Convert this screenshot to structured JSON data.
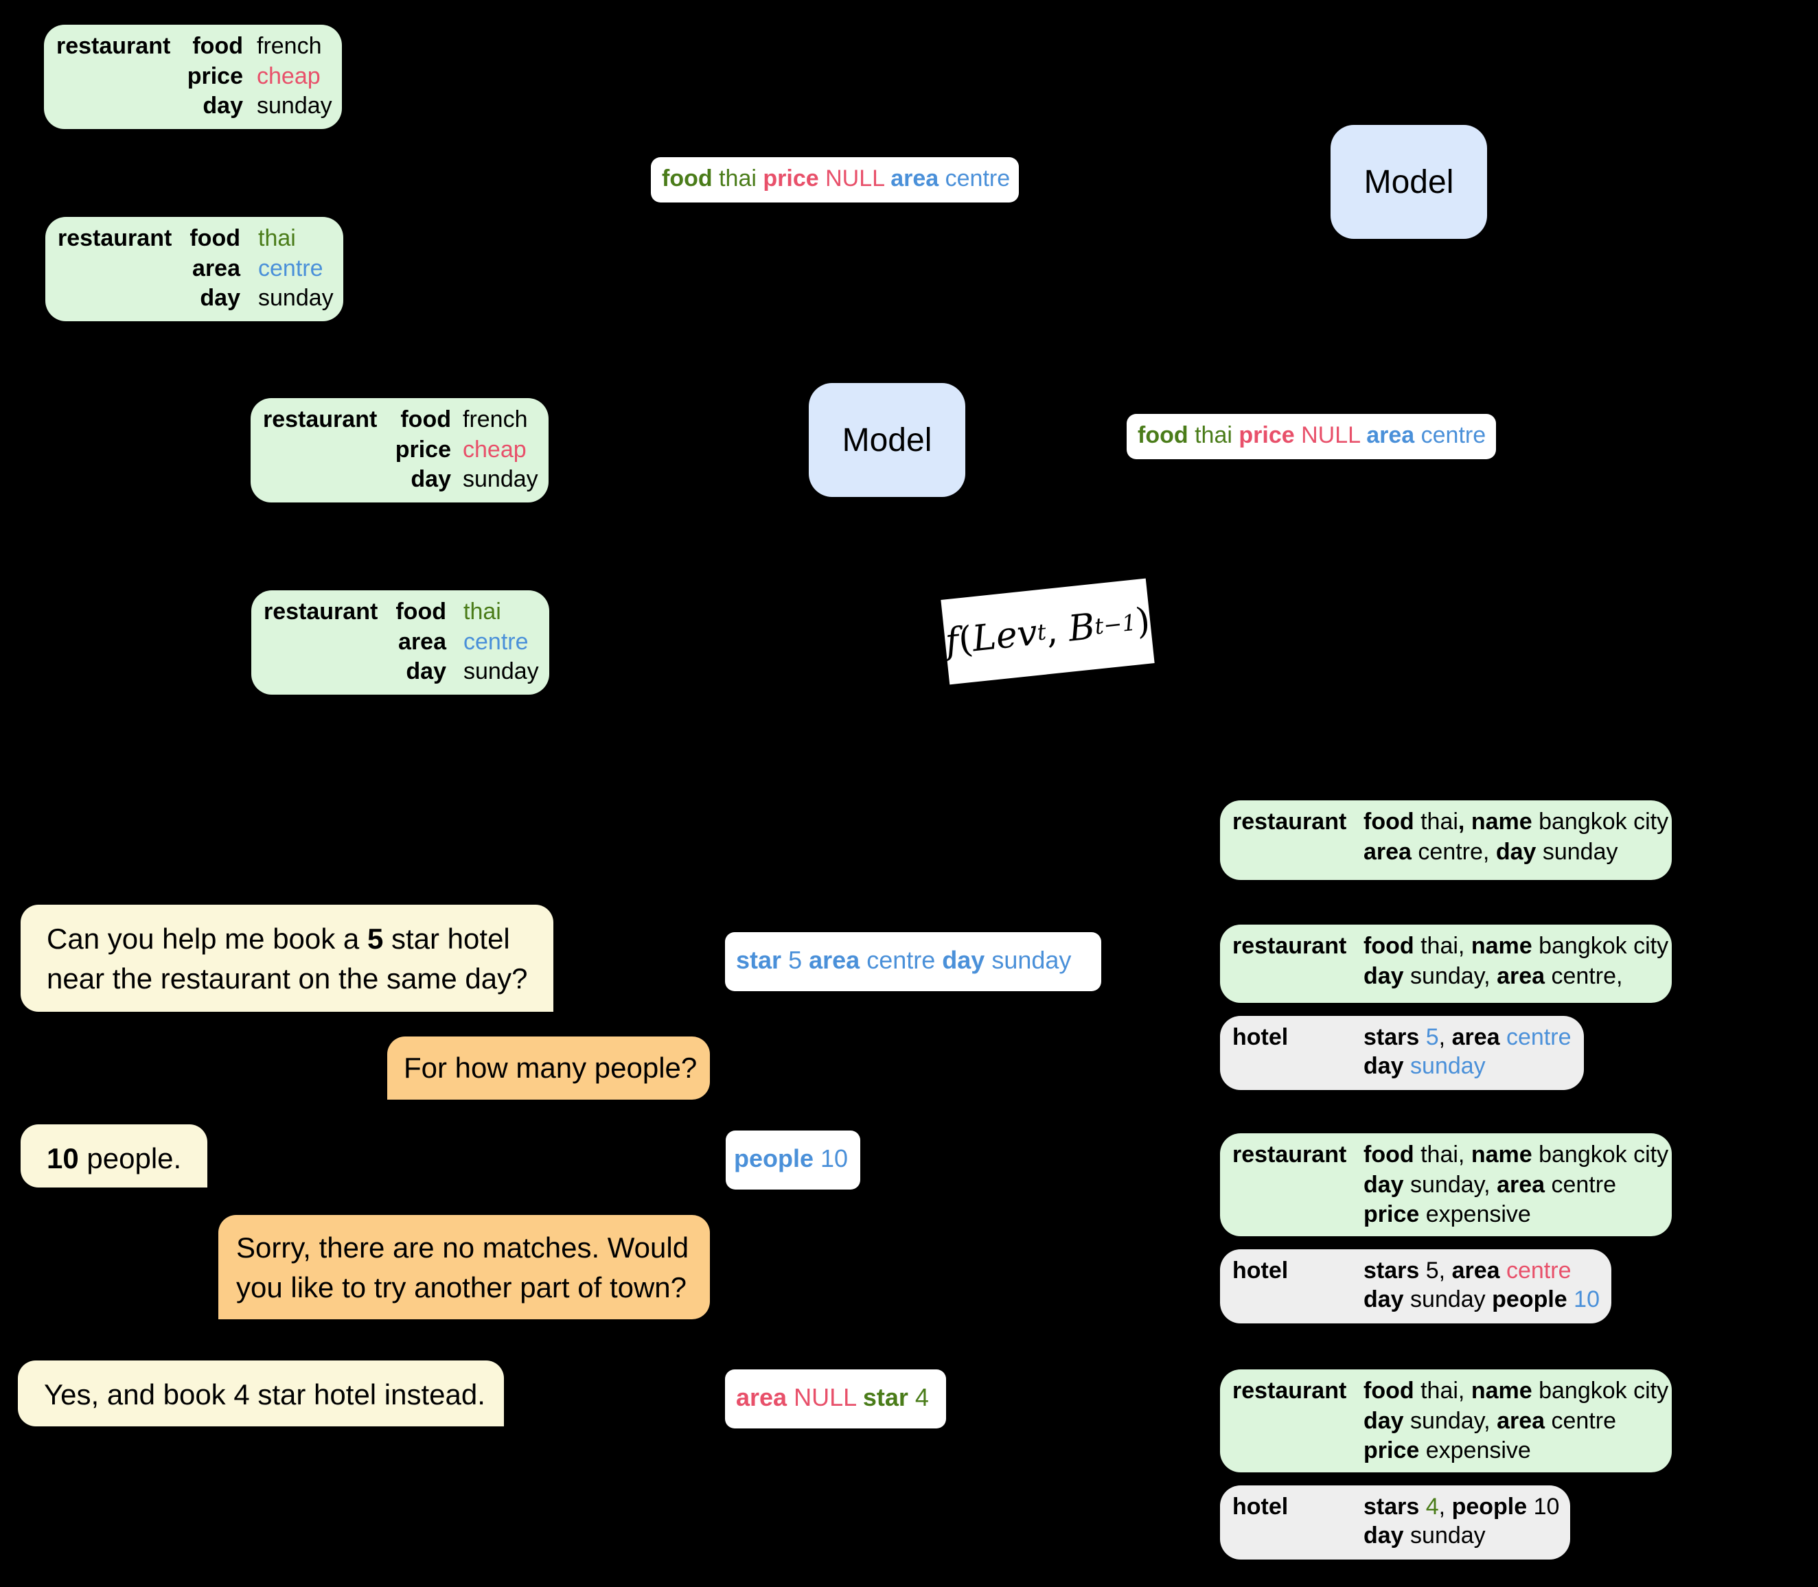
{
  "colors": {
    "green": "#4a7c19",
    "red": "#e8506a",
    "blue": "#4a90d9",
    "state_bg": "#dcf5dc",
    "hotel_bg": "#eeeeee",
    "model_bg": "#dae8fc",
    "user_bubble": "#fbf7da",
    "system_bubble": "#fccd88"
  },
  "model_label": "Model",
  "formula": {
    "f": "f",
    "lev": "Lev",
    "t": "t",
    "comma": ",",
    "b": "B",
    "tm1": "t−1"
  },
  "common": {
    "restaurant": "restaurant",
    "hotel": "hotel",
    "food": "food",
    "price": "price",
    "area": "area",
    "day": "day",
    "french": "french",
    "cheap": "cheap",
    "sunday": "sunday",
    "thai": "thai",
    "centre": "centre",
    "null": "NULL"
  },
  "dialogue": {
    "u1_line1_pre": "Can you help me book a ",
    "u1_line1_bold": "5",
    "u1_line1_post": " star hotel",
    "u1_line2": "near the restaurant on the same day?",
    "s1": "For how many people?",
    "u2_bold": "10",
    "u2_post": " people.",
    "s2_line1": "Sorry, there are no matches. Would",
    "s2_line2": "you like to try another part of town?",
    "u3": "Yes, and book 4 star hotel instead."
  },
  "levels": {
    "l1": {
      "star": "star",
      "v5": "5",
      "area": "area",
      "centre": "centre",
      "day": "day",
      "sunday": "sunday"
    },
    "l2": {
      "people": "people",
      "v10": "10"
    },
    "l3": {
      "area": "area",
      "null": "NULL",
      "star": "star",
      "v4": "4"
    }
  },
  "states": {
    "k_food": "food",
    "v_thai_comma": "thai, ",
    "v_thai_boldcomma": "thai",
    "bold_comma": ",",
    "k_name": "name",
    "v_bangkok": "bangkok city",
    "k_area": "area",
    "v_centre_comma": "centre, ",
    "k_day": "day",
    "v_sunday": "sunday",
    "v_sunday_comma": "sunday, ",
    "v_centre_trail": "centre,",
    "v_centre": "centre",
    "k_price": "price",
    "v_expensive": "expensive",
    "k_stars": "stars",
    "v5": "5",
    "comma": ", ",
    "v4": "4",
    "v10": "10",
    "k_people": "people",
    "space": " "
  }
}
